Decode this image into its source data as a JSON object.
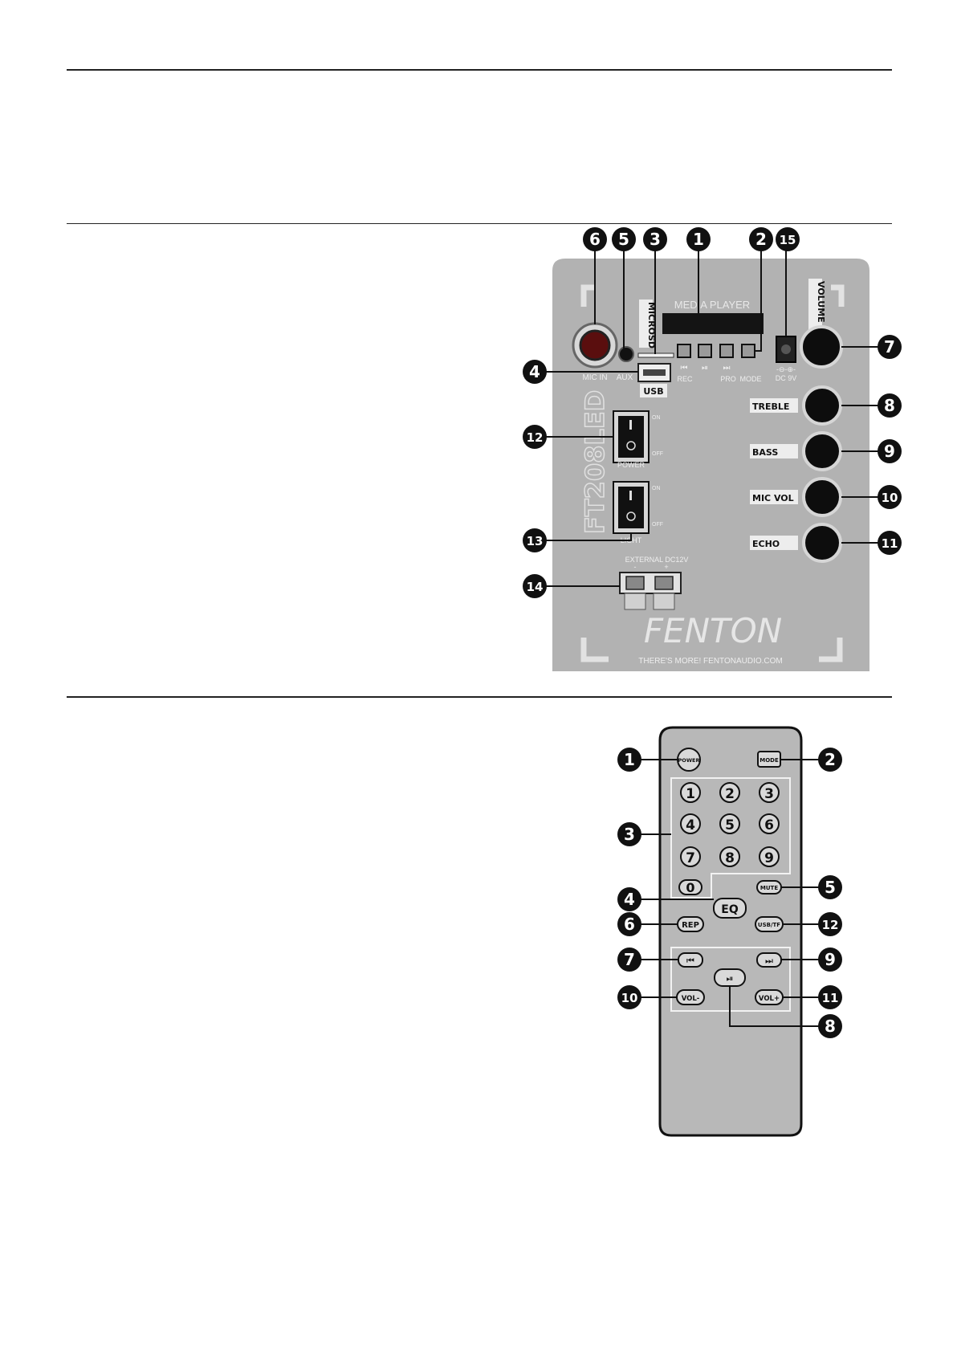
{
  "panel": {
    "media_player": "MEDIA PLAYER",
    "microsd": "MICROSD",
    "usb": "USB",
    "volume": "VOLUME",
    "mic_in": "MIC IN",
    "aux": "AUX",
    "rec": "REC",
    "pro": "PRO",
    "mode": "MODE",
    "dc": "DC 9V",
    "model": "FT208LED",
    "power": "POWER",
    "light": "LIGHT",
    "on": "ON",
    "off": "OFF",
    "external": "EXTERNAL DC12V",
    "minus": "-",
    "plus": "+",
    "brand": "FENTON",
    "slogan": "THERE'S MORE! FENTONAUDIO.COM",
    "treble": "TREBLE",
    "bass": "BASS",
    "mic_vol": "MIC VOL",
    "echo": "ECHO",
    "callouts": {
      "c1": "1",
      "c2": "2",
      "c3": "3",
      "c4": "4",
      "c5": "5",
      "c6": "6",
      "c7": "7",
      "c8": "8",
      "c9": "9",
      "c10": "10",
      "c11": "11",
      "c12": "12",
      "c13": "13",
      "c14": "14",
      "c15": "15"
    },
    "colors": {
      "panel": "#b2b2b2",
      "knob": "#0d0d0d",
      "callout": "#111111"
    }
  },
  "remote": {
    "power": "POWER",
    "mode": "MODE",
    "digits": [
      "1",
      "2",
      "3",
      "4",
      "5",
      "6",
      "7",
      "8",
      "9",
      "0"
    ],
    "mute": "MUTE",
    "eq": "EQ",
    "rep": "REP",
    "usbtf": "USB/TF",
    "vol_minus": "VOL-",
    "vol_plus": "VOL+",
    "callouts": {
      "c1": "1",
      "c2": "2",
      "c3": "3",
      "c4": "4",
      "c5": "5",
      "c6": "6",
      "c7": "7",
      "c8": "8",
      "c9": "9",
      "c10": "10",
      "c11": "11",
      "c12": "12"
    },
    "colors": {
      "body": "#b8b8b8",
      "button": "#d9d9d9"
    }
  }
}
